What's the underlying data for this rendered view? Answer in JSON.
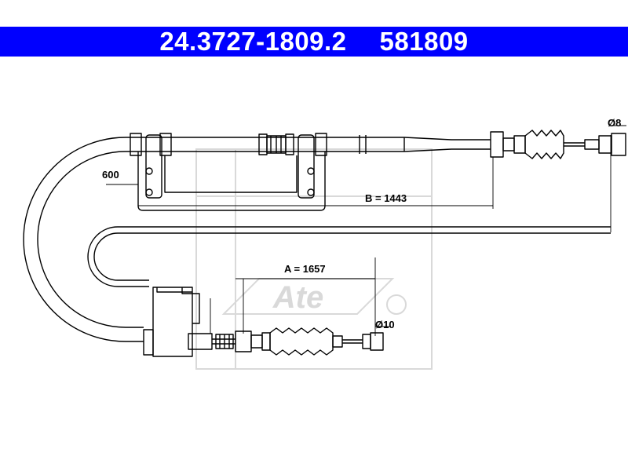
{
  "header": {
    "part_number": "24.3727-1809.2",
    "code": "581809",
    "background_color": "#0000ff",
    "text_color": "#ffffff"
  },
  "dimensions": {
    "length_a": "A = 1657",
    "length_b": "B = 1443",
    "offset": "600",
    "diameter_top": "Ø8",
    "diameter_bottom": "Ø10"
  },
  "watermark": {
    "brand": "Ate",
    "color": "#d9d9d9"
  }
}
